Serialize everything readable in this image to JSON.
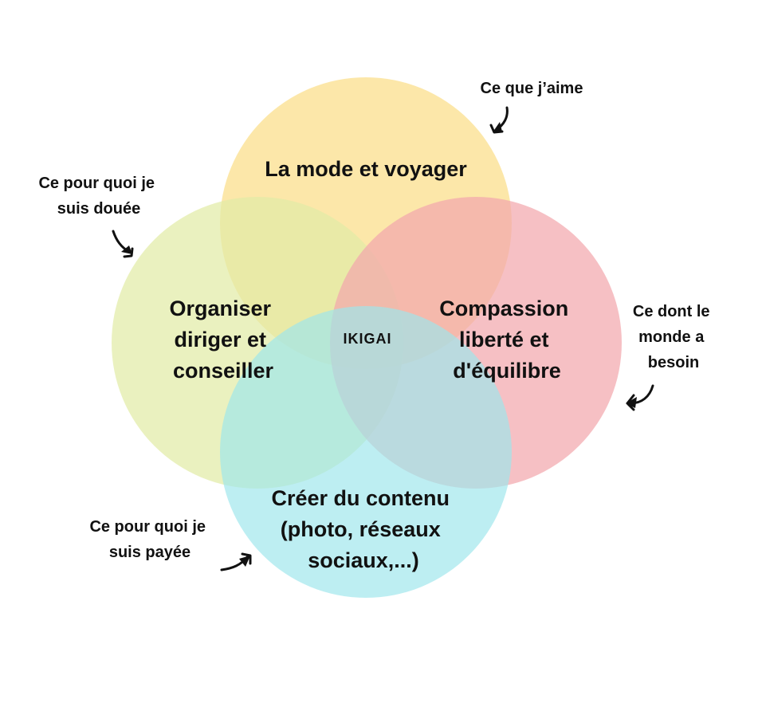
{
  "colors": {
    "love": "#fbe39a",
    "good_at": "#e2eca6",
    "world_needs": "#f2a8ad",
    "paid_for": "#9de6ec"
  },
  "center": {
    "label": "IKIGAI"
  },
  "circles": {
    "top": {
      "lines": [
        "La mode et voyager"
      ]
    },
    "left": {
      "lines": [
        "Organiser",
        "diriger et",
        "conseiller"
      ]
    },
    "right": {
      "lines": [
        "Compassion",
        "liberté et",
        "d'équilibre"
      ]
    },
    "bottom": {
      "lines": [
        "Créer du contenu",
        "(photo, réseaux",
        "sociaux,...)"
      ]
    }
  },
  "annotations": {
    "love": {
      "lines": [
        "Ce que j’aime"
      ]
    },
    "good_at": {
      "lines": [
        "Ce pour quoi je",
        "suis douée"
      ]
    },
    "world_needs": {
      "lines": [
        "Ce dont le",
        "monde a",
        "besoin"
      ]
    },
    "paid_for": {
      "lines": [
        "Ce pour quoi je",
        "suis payée"
      ]
    }
  },
  "icons": {
    "love_arrow": "curved-arrow-icon",
    "good_at_arrow": "curved-arrow-icon",
    "world_needs_arrow": "curved-arrow-icon",
    "paid_for_arrow": "curved-arrow-icon"
  }
}
